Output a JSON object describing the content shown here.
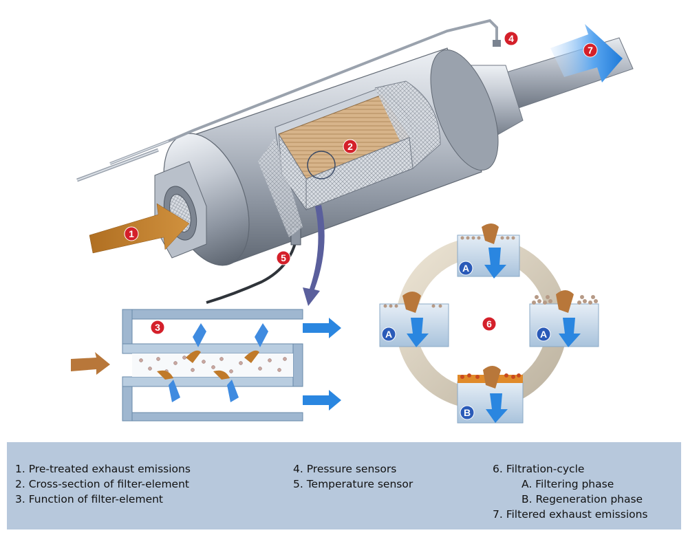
{
  "markers": {
    "m1": "1",
    "m2": "2",
    "m3": "3",
    "m4": "4",
    "m5": "5",
    "m6": "6",
    "m7": "7",
    "phase_a": "A",
    "phase_b": "B"
  },
  "legend": {
    "col1": [
      "1. Pre-treated exhaust emissions",
      "2. Cross-section of filter-element",
      "3. Function of filter-element"
    ],
    "col2": [
      "4. Pressure sensors",
      "5. Temperature sensor"
    ],
    "col3": {
      "title": "6. Filtration-cycle",
      "sub_a": "A. Filtering phase",
      "sub_b": "B. Regeneration phase",
      "item7": "7. Filtered exhaust emissions"
    }
  },
  "colors": {
    "marker_red": "#d4202a",
    "marker_blue": "#2a5ab8",
    "inflow_orange": "#c07a2a",
    "outflow_blue": "#2a86e0",
    "legend_bg": "#b7c8dc"
  }
}
